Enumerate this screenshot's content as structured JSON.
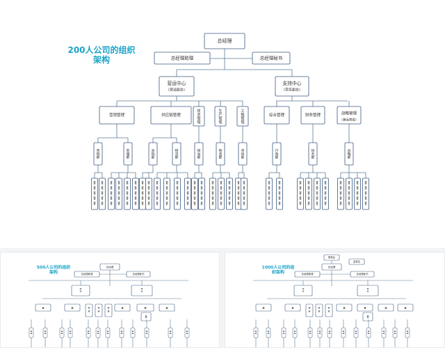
{
  "charts": [
    {
      "title_lines": [
        "200人公司的组织",
        "架构"
      ],
      "nodes": {
        "ceo": "总经理",
        "assistant": "总经理助理",
        "secretary": "总经理秘书",
        "ops_center": "营运中心",
        "ops_vp": "(营运副总)",
        "support_center": "支持中心",
        "support_vp": "(常务副总)",
        "dept_marketing": "营销管理",
        "dept_supply": "供应链管理",
        "dept_tech": "技术管理",
        "dept_production": "生产管理",
        "dept_engineering": "工程管理",
        "dept_general": "综合管理",
        "dept_finance": "财务管理",
        "dept_strategy": "战略管理",
        "dept_strategy_note": "(兼运营委)",
        "sub_sales": "营销部",
        "sub_sales_svc": "客服部",
        "sub_purchase": "采购部",
        "sub_logistics": "物流部",
        "sub_rd": "研发部",
        "sub_manufacture": "制造部",
        "sub_project": "项目部",
        "sub_admin": "行政部",
        "sub_finance": "财务部",
        "sub_strategy": "战略部"
      }
    },
    {
      "title_lines": [
        "500人公司的组织",
        "架构"
      ],
      "nodes": {
        "ceo": "总经理",
        "assistant": "总经理助理",
        "secretary": "总经理秘书"
      }
    },
    {
      "title_lines": [
        "1000人公司的组",
        "织架构"
      ],
      "nodes": {
        "board": "董事会",
        "supervisor": "监事会",
        "ceo": "总经理",
        "assistant": "总经理助理",
        "secretary": "总经理秘书"
      }
    }
  ],
  "colors": {
    "title": "#1aa4c8",
    "box_border": "#3d5a80",
    "line": "#5b7a95",
    "text": "#333333"
  }
}
